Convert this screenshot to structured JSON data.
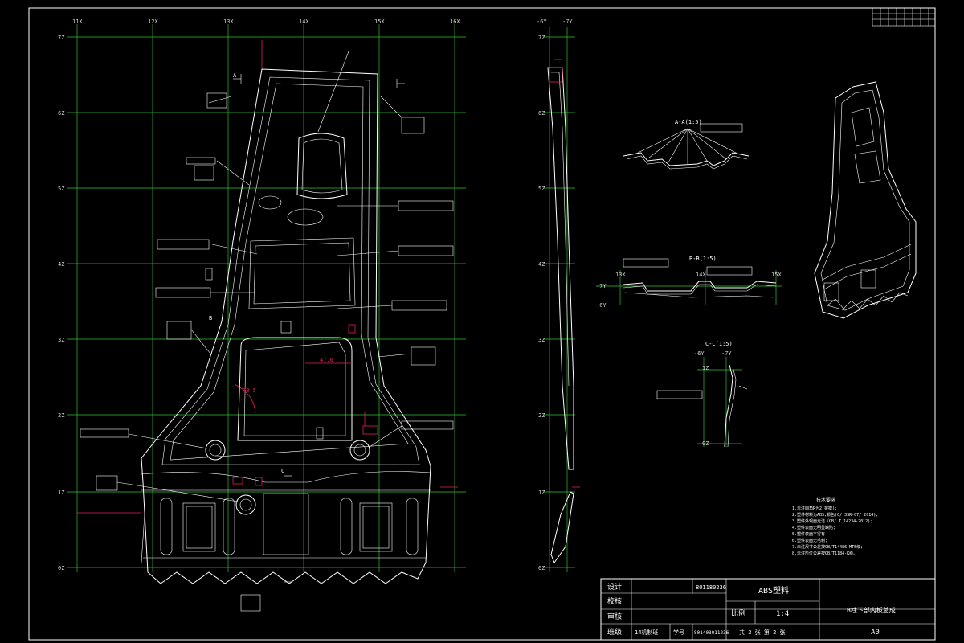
{
  "view1": {
    "x_axis": [
      "11X",
      "12X",
      "13X",
      "14X",
      "15X",
      "16X"
    ],
    "z_axis": [
      "7Z",
      "6Z",
      "5Z",
      "4Z",
      "3Z",
      "2Z",
      "1Z",
      "0Z"
    ]
  },
  "view2": {
    "top_axis": [
      "-6Y",
      "-7Y"
    ],
    "z_axis": [
      "7Z",
      "6Z",
      "5Z",
      "4Z",
      "3Z",
      "2Z",
      "1Z",
      "0Z"
    ]
  },
  "labels": {
    "section_A": "A-A(1:5)",
    "section_B": "B-B(1:5)",
    "section_C": "C-C(1:5)",
    "sec_b_13x": "13X",
    "sec_b_14x": "14X",
    "sec_b_15x": "15X",
    "sec_b_7y": "-7Y",
    "sec_b_6y": "-6Y",
    "sec_c_6y": "-6Y",
    "sec_c_7y": "-7Y",
    "sec_c_1z": "1Z",
    "sec_c_0z": "0Z",
    "dim_47": "47.0",
    "dim_r": "R0.5",
    "view_a": "A",
    "view_b": "B",
    "view_c": "C"
  },
  "tech_notes": {
    "title": "技术要求",
    "lines": [
      "1.未注圆角R为2(拔模);",
      "2.塑件材料为ABS,颜色(Q/ 3SR-07/ 2014);",
      "3.塑件外观面光洁（GB/ T 14234-2012);",
      "4.塑件表面无明显缺陷;",
      "5.塑件表面不得有",
      "6.塑件表面无毛刺;",
      "7.未注尺寸公差按GB/T14486 MT5级;",
      "8.未注形位公差按GB/T1184-K级。"
    ]
  },
  "title_block": {
    "design_label": "设计",
    "design_id": "801180236",
    "check_label": "校核",
    "review_label": "审核",
    "class_label": "班级",
    "class_value": "14机制班",
    "student_no_label": "学号",
    "student_no": "801403011236",
    "material": "ABS塑料",
    "scale_label": "比例",
    "scale_value": "1:4",
    "part_name": "B柱下部内板总成",
    "sheets": "共 3 张   第 2 张",
    "paper_size": "A0"
  },
  "revision_table": {
    "rows": 3,
    "cols": 8
  }
}
